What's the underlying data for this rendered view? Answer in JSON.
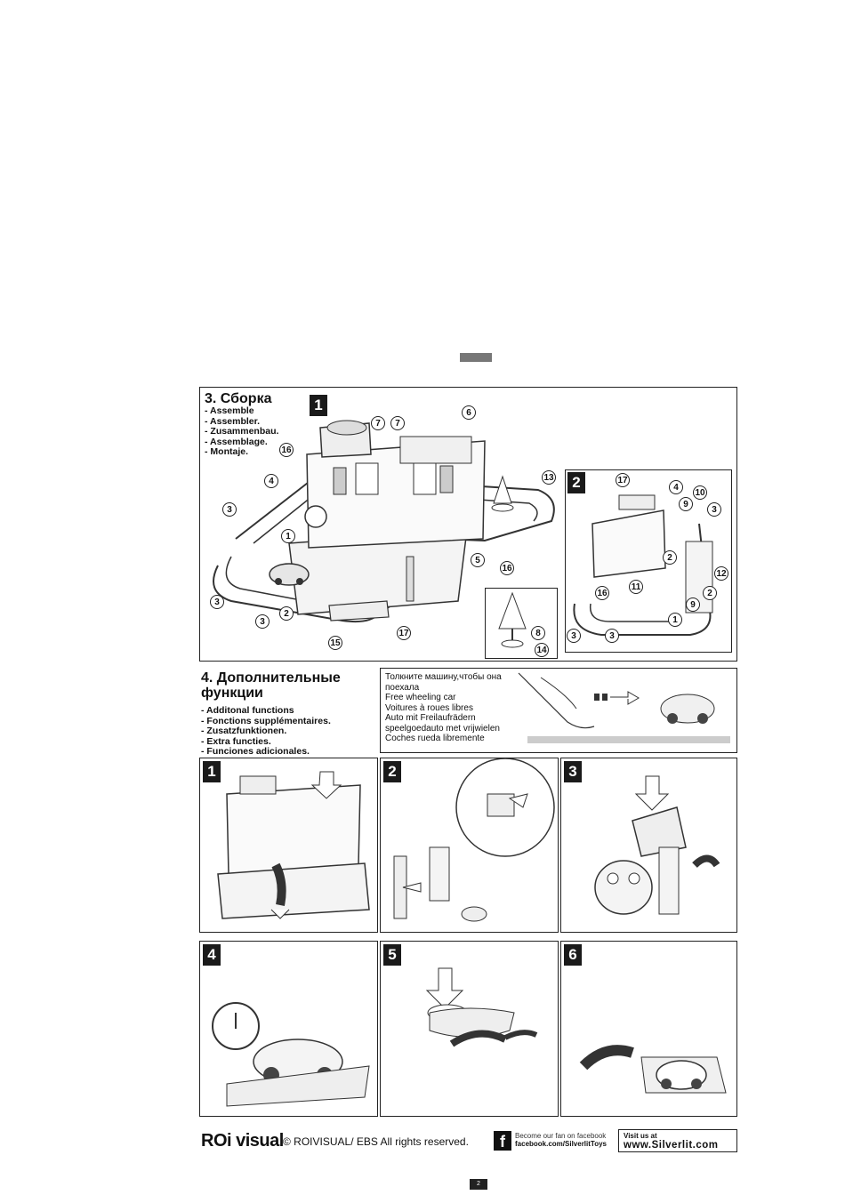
{
  "section3": {
    "title": "3. Сборка",
    "subtitles": [
      "- Assemble",
      "- Assembler.",
      "- Zusammenbau.",
      "- Assemblage.",
      "- Montaje."
    ],
    "step_badges": [
      "1",
      "2"
    ],
    "callouts_main": [
      "7",
      "7",
      "6",
      "16",
      "4",
      "3",
      "1",
      "5",
      "16",
      "3",
      "3",
      "2",
      "15",
      "17",
      "8",
      "14",
      "13"
    ],
    "callouts_inset": [
      "17",
      "4",
      "10",
      "9",
      "3",
      "2",
      "11",
      "12",
      "16",
      "2",
      "9",
      "1",
      "3",
      "3"
    ]
  },
  "section4": {
    "title_line1": "4. Дополнительные",
    "title_line2": "функции",
    "subtitles": [
      "- Additonal functions",
      "- Fonctions supplémentaires.",
      "- Zusatzfunktionen.",
      "- Extra functies.",
      "- Funciones adicionales."
    ],
    "free_wheel": [
      "Толкните машину,чтобы она",
      "поехала",
      "Free wheeling car",
      "Voitures à roues libres",
      "Auto mit Freilaufrädern",
      "speelgoedauto  met vrijwielen",
      "Coches rueda libremente"
    ],
    "panels": [
      "1",
      "2",
      "3",
      "4",
      "5",
      "6"
    ]
  },
  "footer": {
    "logo_text": "ROi visual",
    "copyright": "© ROIVISUAL/ EBS All rights reserved.",
    "fb_line1": "Become our fan on facebook",
    "fb_line2": "facebook.com/SilverlitToys",
    "visit_label": "Visit us at",
    "website": "www.Silverlit.com",
    "page_number": "2"
  }
}
